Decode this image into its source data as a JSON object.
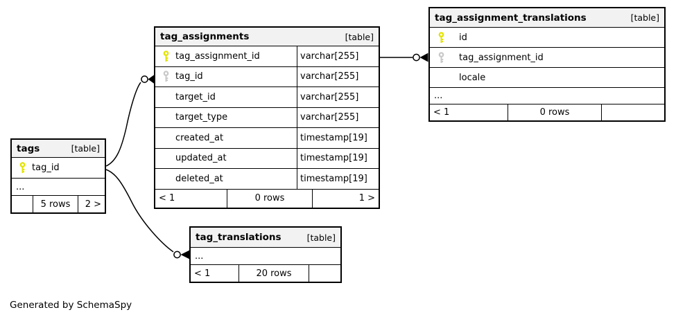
{
  "credit": "Generated by SchemaSpy",
  "ellipsis_label": "...",
  "colors": {
    "header_bg": "#f2f2f2",
    "border": "#000000",
    "primary_key": "#e3e300",
    "foreign_key": "#c9c9c9"
  },
  "tables": [
    {
      "name": "tags",
      "badge": "[table]",
      "columns": [
        {
          "name": "tag_id",
          "type": "",
          "key": "primary"
        }
      ],
      "ellipsis": true,
      "footer": [
        "",
        "5 rows",
        "2 >"
      ]
    },
    {
      "name": "tag_assignments",
      "badge": "[table]",
      "columns": [
        {
          "name": "tag_assignment_id",
          "type": "varchar[255]",
          "key": "primary"
        },
        {
          "name": "tag_id",
          "type": "varchar[255]",
          "key": "foreign"
        },
        {
          "name": "target_id",
          "type": "varchar[255]",
          "key": ""
        },
        {
          "name": "target_type",
          "type": "varchar[255]",
          "key": ""
        },
        {
          "name": "created_at",
          "type": "timestamp[19]",
          "key": ""
        },
        {
          "name": "updated_at",
          "type": "timestamp[19]",
          "key": ""
        },
        {
          "name": "deleted_at",
          "type": "timestamp[19]",
          "key": ""
        }
      ],
      "ellipsis": false,
      "footer": [
        "< 1",
        "0 rows",
        "1 >"
      ]
    },
    {
      "name": "tag_assignment_translations",
      "badge": "[table]",
      "columns": [
        {
          "name": "id",
          "type": "",
          "key": "primary"
        },
        {
          "name": "tag_assignment_id",
          "type": "",
          "key": "foreign"
        },
        {
          "name": "locale",
          "type": "",
          "key": ""
        }
      ],
      "ellipsis": true,
      "footer": [
        "< 1",
        "0 rows",
        ""
      ]
    },
    {
      "name": "tag_translations",
      "badge": "[table]",
      "columns": [],
      "ellipsis": true,
      "footer": [
        "< 1",
        "20 rows",
        ""
      ]
    }
  ],
  "relationships": [
    {
      "from": "tags.tag_id",
      "to": "tag_assignments.tag_id"
    },
    {
      "from": "tags.tag_id",
      "to": "tag_translations"
    },
    {
      "from": "tag_assignments.tag_assignment_id",
      "to": "tag_assignment_translations.tag_assignment_id"
    }
  ]
}
